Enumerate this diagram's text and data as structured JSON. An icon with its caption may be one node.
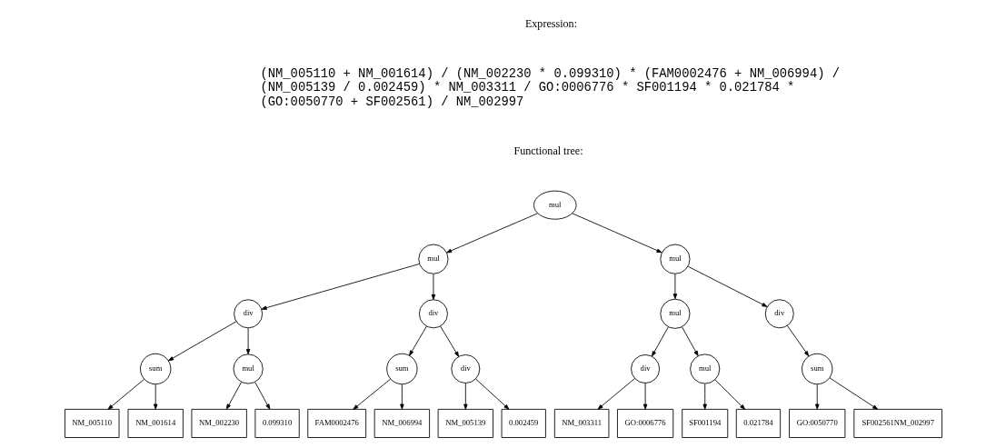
{
  "diagram": {
    "nodes": [
      {
        "text": [
          "mul"
        ]
      },
      {
        "text": [
          "mul"
        ]
      },
      {
        "text": [
          "mul"
        ]
      },
      {
        "text": [
          "div"
        ]
      },
      {
        "text": [
          "div"
        ]
      },
      {
        "text": [
          "mul"
        ]
      },
      {
        "text": [
          "div"
        ]
      },
      {
        "text": [
          "sum"
        ]
      },
      {
        "text": [
          "mul"
        ]
      },
      {
        "text": [
          "sum"
        ]
      },
      {
        "text": [
          "div"
        ]
      },
      {
        "text": [
          "div"
        ]
      },
      {
        "text": [
          "mul"
        ]
      },
      {
        "text": [
          "sum"
        ]
      },
      {
        "text": [
          "NM_005110"
        ]
      },
      {
        "text": [
          "NM_001614"
        ]
      },
      {
        "text": [
          "NM_002230"
        ]
      },
      {
        "text": [
          "0.099310"
        ]
      },
      {
        "text": [
          "FAM0002476"
        ]
      },
      {
        "text": [
          "NM_006994"
        ]
      },
      {
        "text": [
          "NM_005139"
        ]
      },
      {
        "text": [
          "0.002459"
        ]
      },
      {
        "text": [
          "NM_003311"
        ]
      },
      {
        "text": [
          "GO:0006776"
        ]
      },
      {
        "text": [
          "SF001194"
        ]
      },
      {
        "text": [
          "0.021784"
        ]
      },
      {
        "text": [
          "GO:0050770"
        ]
      },
      {
        "text": [
          "SF002561NM_002997"
        ]
      }
    ],
    "edges": [
      {
        "from": 0,
        "to": 1,
        "arrow": "to"
      },
      {
        "from": 0,
        "to": 2,
        "arrow": "to"
      },
      {
        "from": 1,
        "to": 3,
        "arrow": "to"
      },
      {
        "from": 1,
        "to": 4,
        "arrow": "to"
      },
      {
        "from": 2,
        "to": 5,
        "arrow": "to"
      },
      {
        "from": 2,
        "to": 6,
        "arrow": "to"
      },
      {
        "from": 3,
        "to": 7,
        "arrow": "to"
      },
      {
        "from": 3,
        "to": 8,
        "arrow": "to"
      },
      {
        "from": 4,
        "to": 9,
        "arrow": "to"
      },
      {
        "from": 4,
        "to": 10,
        "arrow": "to"
      },
      {
        "from": 5,
        "to": 11,
        "arrow": "to"
      },
      {
        "from": 5,
        "to": 12,
        "arrow": "to"
      },
      {
        "from": 6,
        "to": 13,
        "arrow": "to"
      },
      {
        "from": 7,
        "to": 14,
        "arrow": "to"
      },
      {
        "from": 7,
        "to": 15,
        "arrow": "to"
      },
      {
        "from": 8,
        "to": 16,
        "arrow": "to"
      },
      {
        "from": 8,
        "to": 17,
        "arrow": "to"
      },
      {
        "from": 9,
        "to": 18,
        "arrow": "to"
      },
      {
        "from": 9,
        "to": 19,
        "arrow": "to"
      },
      {
        "from": 10,
        "to": 20,
        "arrow": "to"
      },
      {
        "from": 10,
        "to": 21,
        "arrow": "to"
      },
      {
        "from": 11,
        "to": 22,
        "arrow": "to"
      },
      {
        "from": 11,
        "to": 23,
        "arrow": "to"
      },
      {
        "from": 12,
        "to": 24,
        "arrow": "to"
      },
      {
        "from": 12,
        "to": 25,
        "arrow": "to"
      },
      {
        "from": 13,
        "to": 26,
        "arrow": "to"
      },
      {
        "from": 13,
        "to": 27,
        "arrow": "to"
      }
    ],
    "labels": [
      "Expression:",
      "(NM_005110 + NM_001614) / (NM_002230 * 0.099310) * (FAM0002476 + NM_006994) / (NM_005139 / 0.002459) * NM_003311 / GO:0006776 * SF001194 * 0.021784 * (GO:0050770 + SF002561) / NM_002997",
      "Functional tree:"
    ]
  }
}
